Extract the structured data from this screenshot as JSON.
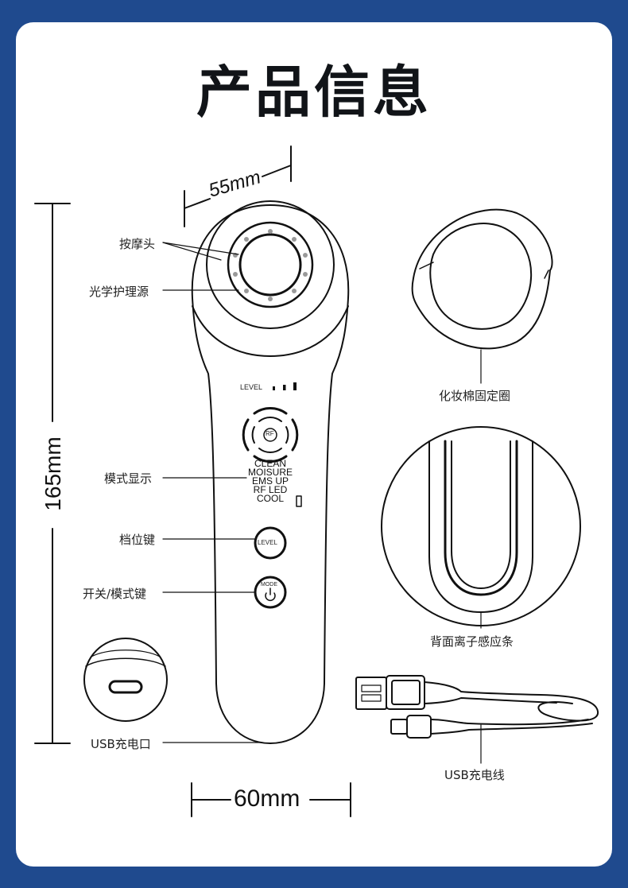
{
  "title": "产品信息",
  "dimensions": {
    "width_top": "55mm",
    "height": "165mm",
    "width_bottom": "60mm"
  },
  "device_labels": {
    "level": "LEVEL",
    "rf": "RF",
    "modes": [
      "CLEAN",
      "MOISURE",
      "EMS UP",
      "RF LED",
      "COOL"
    ],
    "level_button": "LEVEL",
    "mode_button": "MODE"
  },
  "callouts": {
    "massage_head": "按摩头",
    "light_source": "光学护理源",
    "mode_display": "模式显示",
    "level_key": "档位键",
    "power_mode_key": "开关/模式键",
    "usb_port": "USB充电口",
    "cotton_ring": "化妆棉固定圈",
    "back_sensor": "背面离子感应条",
    "usb_cable": "USB充电线"
  },
  "colors": {
    "background": "#1f4a8e",
    "card": "#ffffff",
    "line": "#111111"
  }
}
